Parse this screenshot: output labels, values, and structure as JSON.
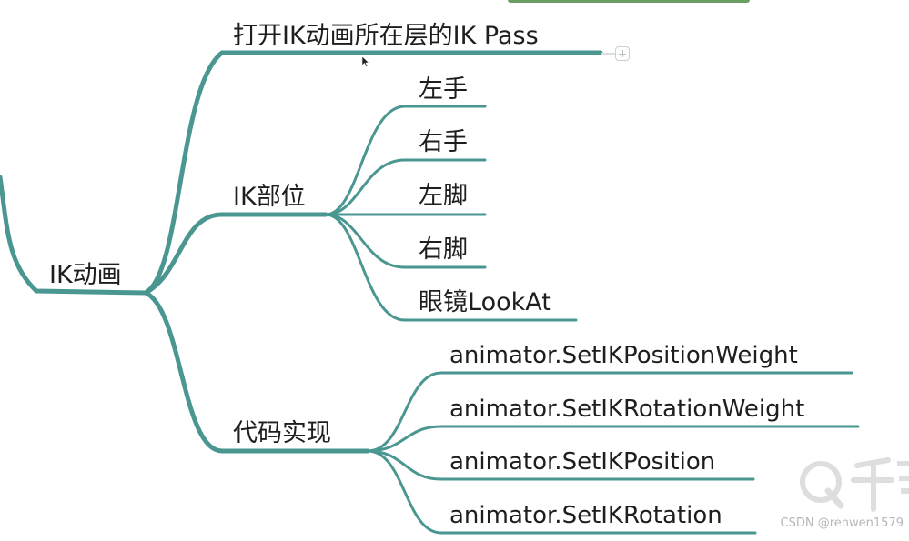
{
  "mindmap": {
    "root": {
      "label": "IK动画",
      "children": [
        {
          "label": "打开IK动画所在层的IK Pass",
          "children": []
        },
        {
          "label": "IK部位",
          "children": [
            "左手",
            "右手",
            "左脚",
            "右脚",
            "眼镜LookAt"
          ]
        },
        {
          "label": "代码实现",
          "children": [
            "animator.SetIKPositionWeight",
            "animator.SetIKRotationWeight",
            "animator.SetIKPosition",
            "animator.SetIKRotation"
          ]
        }
      ]
    }
  },
  "icons": {
    "expand": "plus-square-icon",
    "cursor": "mouse-pointer-icon",
    "logo": "qianfeng-logo"
  },
  "colors": {
    "branch": "#4a9691",
    "text": "#1e1e1e",
    "top_strip": "#6a9e62"
  },
  "watermark": "CSDN @renwen1579"
}
